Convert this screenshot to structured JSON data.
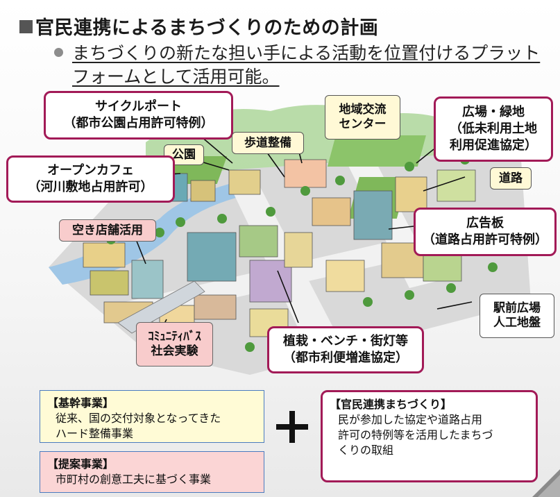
{
  "title": "官民連携によるまちづくりのための計画",
  "subtitle": "まちづくりの新たな担い手による活動を位置付けるプラットフォームとして活用可能。",
  "labels": {
    "cycle_port": "サイクルポート\n（都市公園占用許可特例）",
    "park": "公園",
    "open_cafe": "オープンカフェ\n（河川敷地占用許可）",
    "sidewalk": "歩道整備",
    "community_center": "地域交流\nセンター",
    "plaza_green": "広場・緑地\n（低未利用土地\n利用促進協定）",
    "road": "道路",
    "billboard": "広告板\n（道路占用許可特例）",
    "vacant_store": "空き店舗活用",
    "station_plaza": "駅前広場\n人工地盤",
    "community_bus": "ｺﾐｭﾆﾃｨﾊﾞｽ\n社会実験",
    "street_furniture": "植栽・ベンチ・街灯等\n（都市利便増進協定）"
  },
  "boxes": {
    "kikan_title": "【基幹事業】",
    "kikan_body": "従来、国の交付対象となってきた\nハード整備事業",
    "teian_title": "【提案事業】",
    "teian_body": "市町村の創意工夫に基づく事業",
    "kanmin_title": "【官民連携まちづくり】",
    "kanmin_body": "民が参加した協定や道路占用\n許可の特例等を活用したまちづ\nくりの取組"
  },
  "colors": {
    "label_border": "#a21a57",
    "yellow_fill": "#fff9d6",
    "pink_fill": "#f8cccc",
    "box_border": "#4a7bbf"
  }
}
